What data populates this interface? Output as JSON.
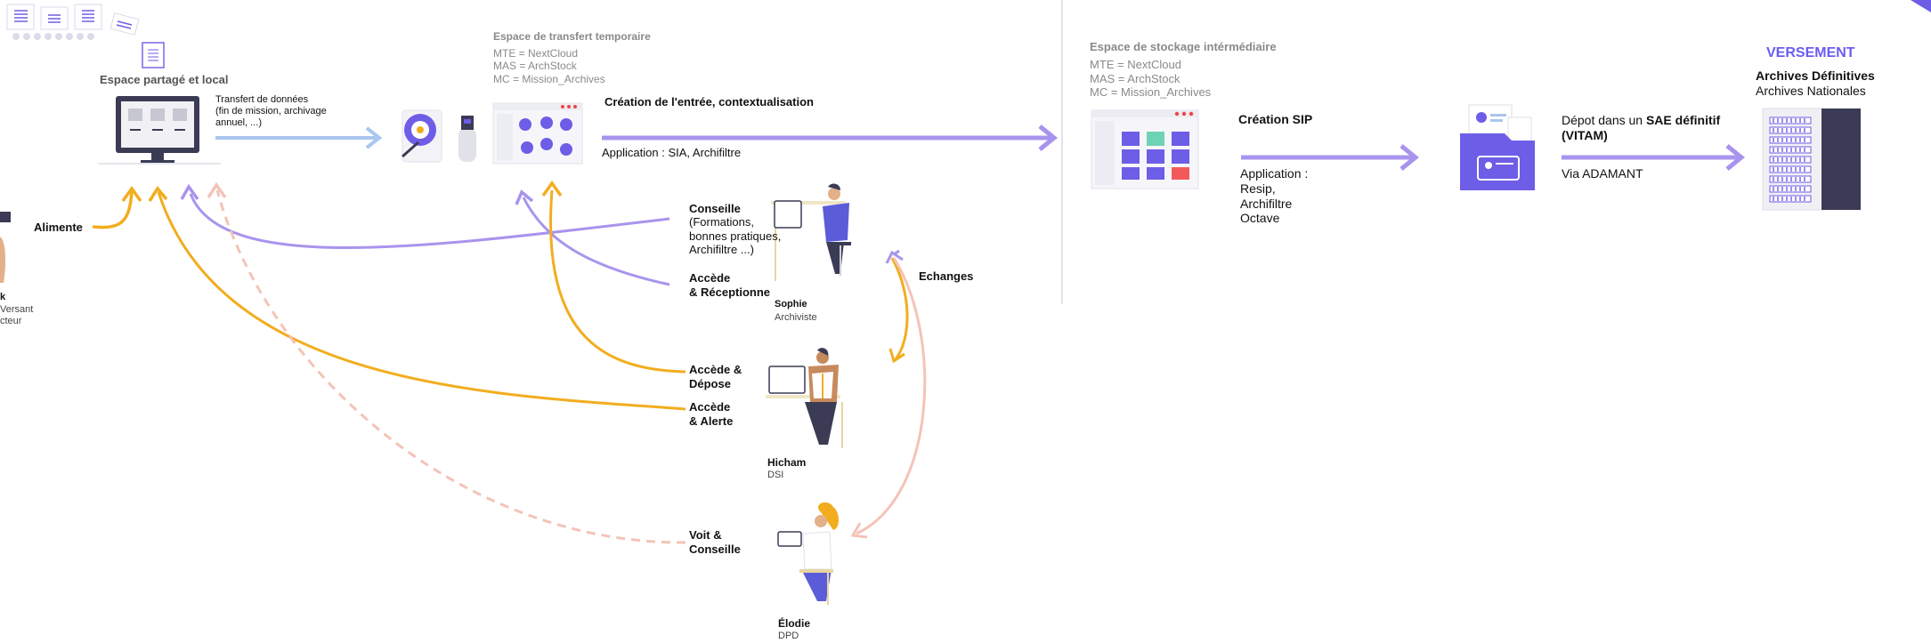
{
  "colors": {
    "purple": "#a894ee",
    "purple_dark": "#6e5de6",
    "orange": "#f2ad1f",
    "pink": "#f4c3b8",
    "light_blue": "#a9c6ef",
    "navy": "#3b3b55"
  },
  "left": {
    "shared_space_title": "Espace partagé et local",
    "transfer_note": "Transfert de données\n(fin de mission, archivage\nannuel, ...)",
    "alimente": "Alimente",
    "person_fragment": "k",
    "person_fragment_sub": "Versant\ncteur"
  },
  "temp_space": {
    "title": "Espace de transfert temporaire",
    "lines": "MTE = NextCloud\nMAS = ArchStock\nMC = Mission_Archives",
    "creation": "Création de l'entrée, contextualisation",
    "application_prefix": "Application : ",
    "application_tools": "SIA, Archifiltre"
  },
  "actors": {
    "conseille": "Conseille",
    "conseille_detail": "(Formations,\nbonnes pratiques,\nArchifiltre ...)",
    "accede_receptionne": "Accède\n& Réceptionne",
    "sophie_name": "Sophie",
    "sophie_role": "Archiviste",
    "echanges": "Echanges",
    "accede_depose": "Accède &\nDépose",
    "accede_alerte": "Accède\n& Alerte",
    "hicham_name": "Hicham",
    "hicham_role": "DSI",
    "voit_conseille": "Voit &\nConseille",
    "elodie_name": "Élodie",
    "elodie_role": "DPD"
  },
  "storage": {
    "title": "Espace de stockage intérmédiaire",
    "lines": "MTE = NextCloud\nMAS = ArchStock\nMC = Mission_Archives",
    "sip": "Création SIP",
    "application": "Application :\nResip,\nArchifiltre\nOctave",
    "depot_prefix": "Dépot dans un ",
    "depot_bold": "SAE définitif\n(VITAM)",
    "via": "Via ADAMANT"
  },
  "final": {
    "versement": "VERSEMENT",
    "archives_title": "Archives Définitives",
    "archives_sub": "Archives Nationales"
  }
}
